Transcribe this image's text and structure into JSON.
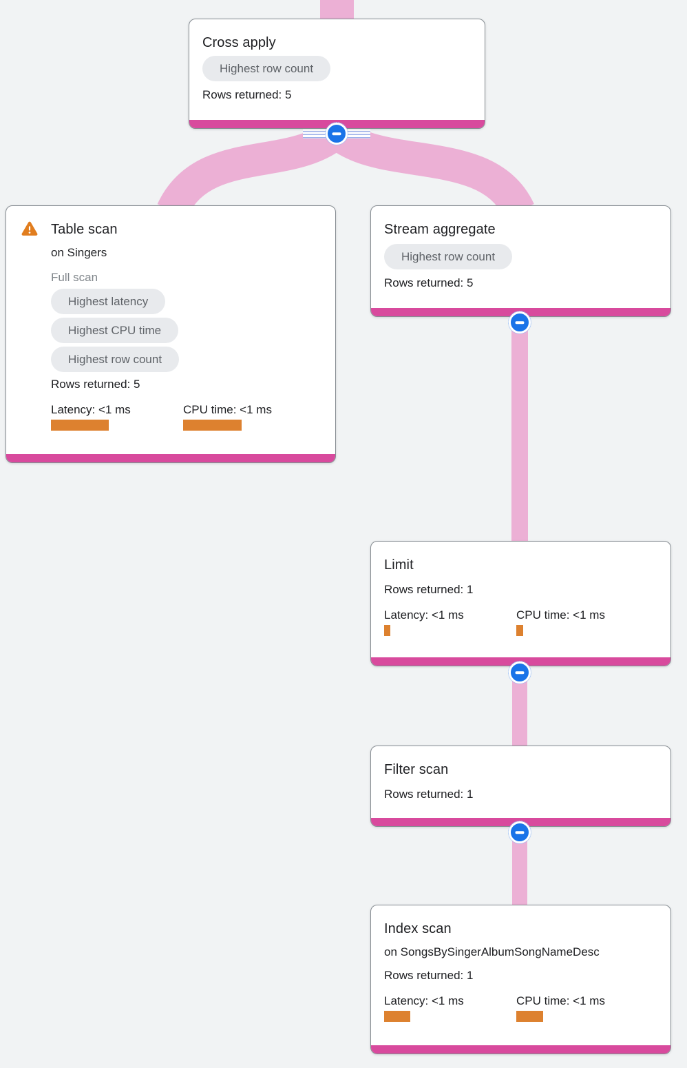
{
  "colors": {
    "background": "#f1f3f4",
    "edge_pink": "#ecb0d5",
    "accent_pink": "#d84a9d",
    "button_blue": "#1a73e8",
    "stripe_blue": "#9db1e8",
    "metric_orange": "#dd812f",
    "warning_orange": "#e17d1e",
    "badge_bg": "#e8eaed",
    "badge_text": "#5f6368",
    "text_primary": "#202124",
    "text_muted": "#80868b"
  },
  "nodes": [
    {
      "title": "Cross apply",
      "badges": [
        "Highest row count"
      ],
      "rows_label": "Rows returned: 5"
    },
    {
      "title": "Table scan",
      "warning_icon": "warning-triangle",
      "subtitle": "on Singers",
      "note": "Full scan",
      "badges": [
        "Highest latency",
        "Highest CPU time",
        "Highest row count"
      ],
      "rows_label": "Rows returned: 5",
      "latency_label": "Latency: <1 ms",
      "cpu_label": "CPU time: <1 ms",
      "latency_bar_style": "width:84px",
      "cpu_bar_style": "width:85px"
    },
    {
      "title": "Stream aggregate",
      "badges": [
        "Highest row count"
      ],
      "rows_label": "Rows returned: 5"
    },
    {
      "title": "Limit",
      "rows_label": "Rows returned: 1",
      "latency_label": "Latency: <1 ms",
      "cpu_label": "CPU time: <1 ms",
      "latency_bar_style": "width:9px",
      "cpu_bar_style": "width:10px"
    },
    {
      "title": "Filter scan",
      "rows_label": "Rows returned: 1"
    },
    {
      "title": "Index scan",
      "subtitle": "on SongsBySingerAlbumSongNameDesc",
      "rows_label": "Rows returned: 1",
      "latency_label": "Latency: <1 ms",
      "cpu_label": "CPU time: <1 ms",
      "latency_bar_style": "width:38px",
      "cpu_bar_style": "width:39px"
    }
  ]
}
